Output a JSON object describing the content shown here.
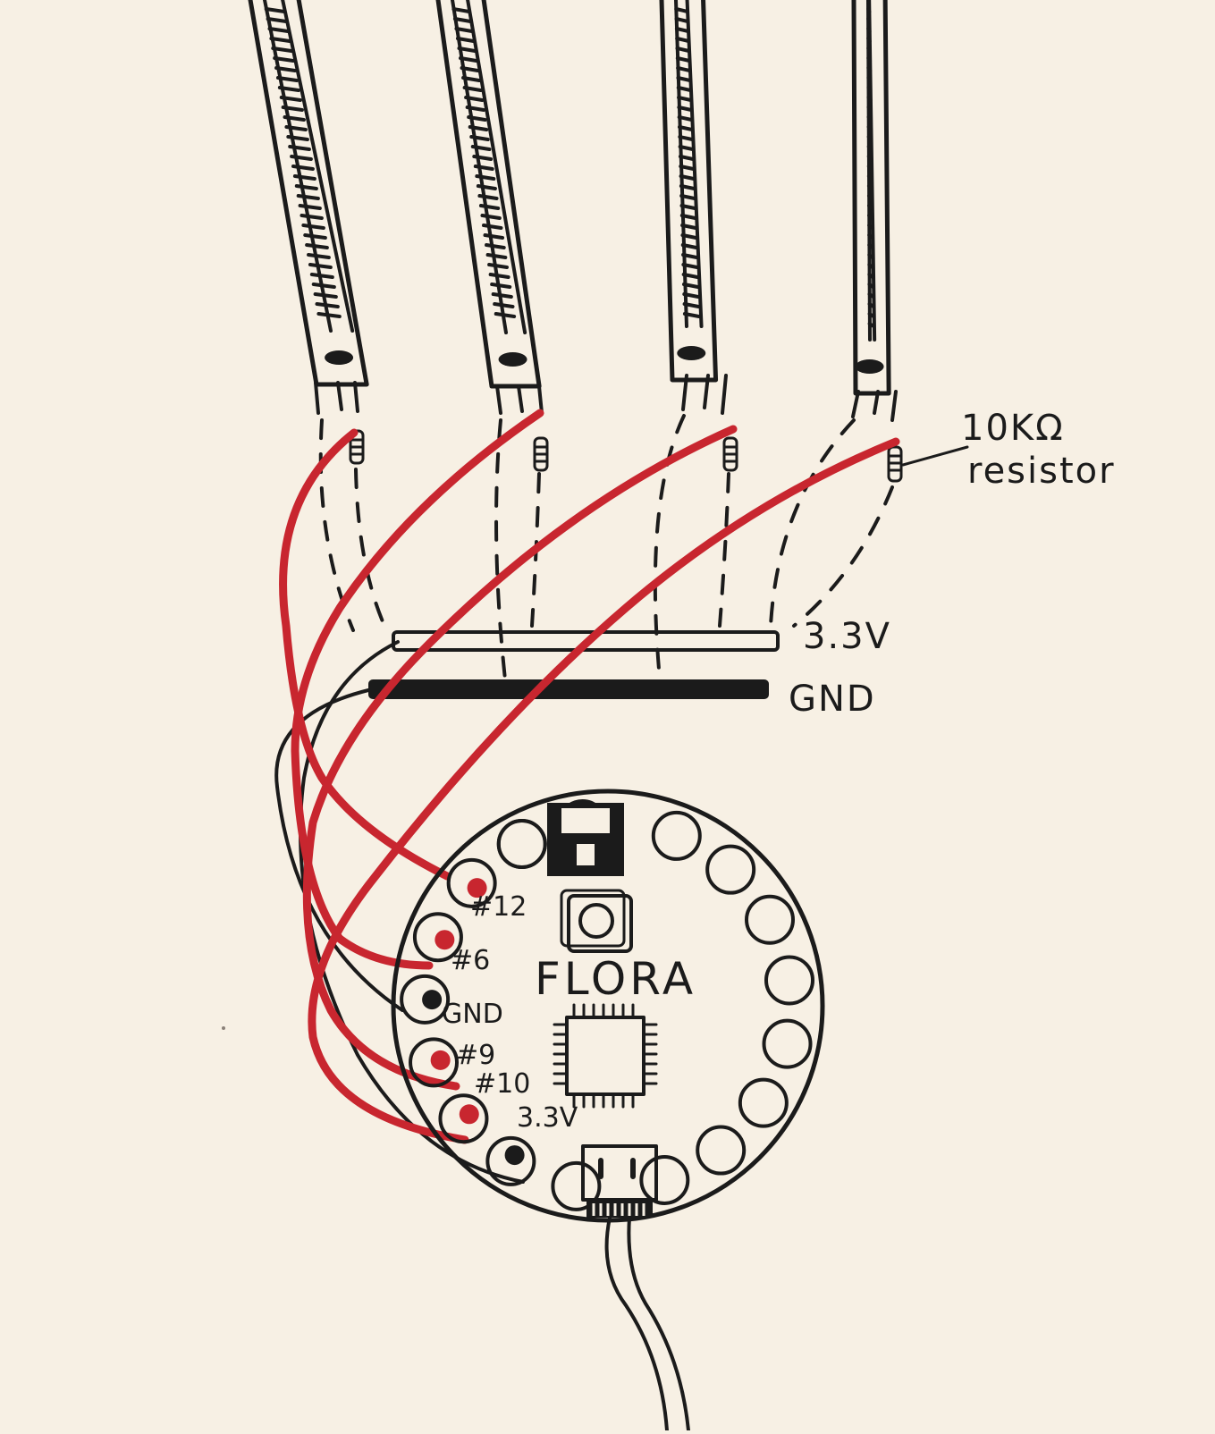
{
  "board": {
    "name": "FLORA"
  },
  "resistor_note": {
    "value": "10KΩ",
    "word": "resistor"
  },
  "rails": {
    "power_label": "3.3V",
    "ground_label": "GND"
  },
  "pins": [
    "#12",
    "#6",
    "GND",
    "#9",
    "#10",
    "3.3V"
  ],
  "colors": {
    "wire_signal": "#c8262f",
    "ink": "#1b1b1b",
    "paper": "#f7f0e4"
  }
}
